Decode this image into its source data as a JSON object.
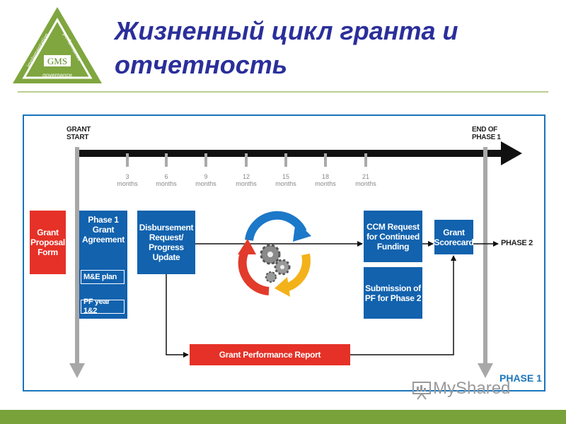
{
  "header": {
    "title": "Жизненный цикл гранта и отчетность",
    "logo": {
      "left_text": "implementation",
      "right_text": "performance",
      "center_text": "GMS",
      "bottom_text": "governance"
    }
  },
  "timeline": {
    "start_label_1": "GRANT",
    "start_label_2": "START",
    "end_label_1": "END OF",
    "end_label_2": "PHASE 1",
    "ticks": [
      {
        "value": "3",
        "unit": "months"
      },
      {
        "value": "6",
        "unit": "months"
      },
      {
        "value": "9",
        "unit": "months"
      },
      {
        "value": "12",
        "unit": "months"
      },
      {
        "value": "15",
        "unit": "months"
      },
      {
        "value": "18",
        "unit": "months"
      },
      {
        "value": "21",
        "unit": "months"
      }
    ]
  },
  "boxes": {
    "grant_proposal": "Grant Proposal Form",
    "phase1_agreement": "Phase 1 Grant Agreement",
    "me_plan": "M&E plan",
    "pf_year": "PF year 1&2",
    "disbursement": "Disbursement Request/ Progress Update",
    "ccm_request": "CCM Request for Continued Funding",
    "submission_pf": "Submission of PF for Phase 2",
    "grant_scorecard": "Grant Scorecard",
    "performance_report": "Grant Performance Report"
  },
  "phase2_label": "PHASE 2",
  "phase1_label": "PHASE 1",
  "watermark": "MyShared",
  "colors": {
    "blue": "#1262ae",
    "red": "#e53127",
    "green": "#79a23a",
    "title": "#2b2f9a"
  },
  "icons": {
    "cycle": "gears-cycle-icon",
    "logo": "gms-triangle-logo",
    "watermark": "presentation-icon"
  }
}
